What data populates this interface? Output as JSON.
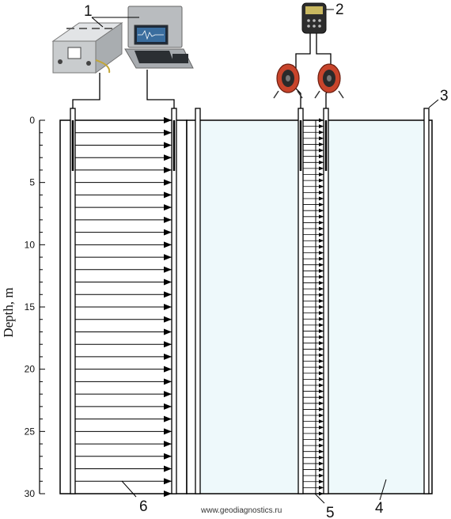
{
  "figure": {
    "axis_title": "Depth, m",
    "depth_ticks": [
      "0",
      "5",
      "10",
      "15",
      "20",
      "25",
      "30"
    ],
    "depth_range": [
      0,
      30
    ],
    "credit": "www.geodiagnostics.ru",
    "callouts": [
      "1",
      "2",
      "3",
      "4",
      "5",
      "6"
    ],
    "left_section": {
      "ray_count": 31,
      "receiver_depth_range": [
        0,
        4
      ]
    },
    "right_section": {
      "ray_count": 63
    },
    "colors": {
      "line": "#000000",
      "water": "#eef9fb",
      "equipment_box": "#c9ccce",
      "laptop_case": "#b9bcbf",
      "screen": "#3a6d9e",
      "reel": "#c8442b",
      "meter": "#2d2d2d"
    },
    "icons": [
      "instrument-box-icon",
      "laptop-case-icon",
      "handheld-meter-icon",
      "cable-reel-icon"
    ]
  }
}
